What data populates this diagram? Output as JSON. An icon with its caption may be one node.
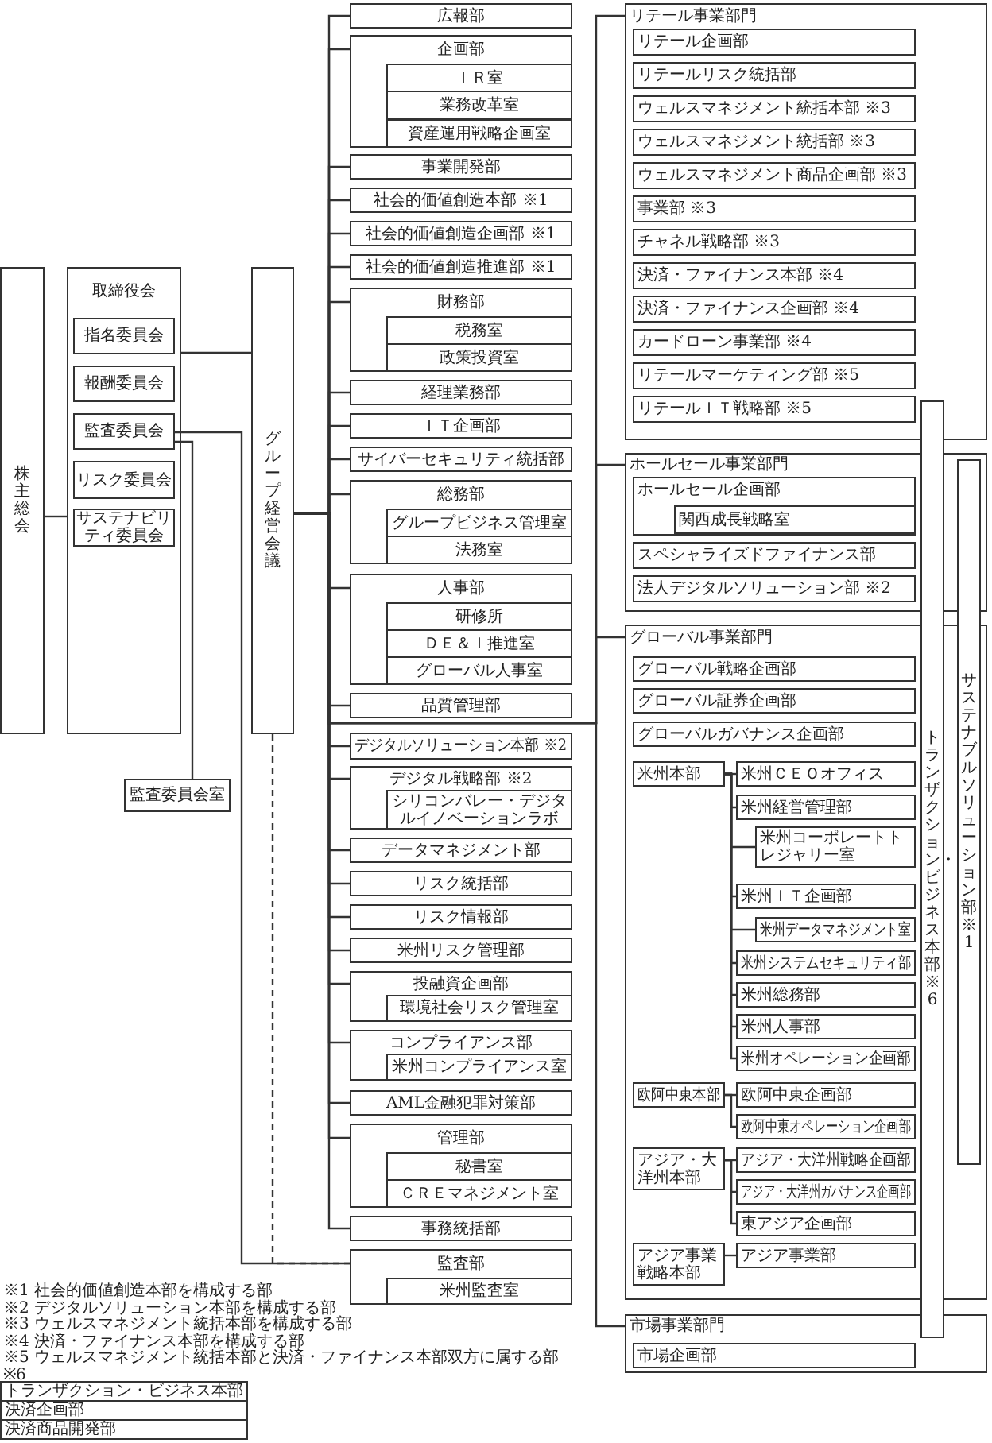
{
  "diagram": {
    "nodes": [
      {
        "text": [
          "株主総会"
        ]
      },
      {
        "text": [
          "取締役会"
        ]
      },
      {
        "text": [
          "指名委員会"
        ],
        "in": 1
      },
      {
        "text": [
          "報酬委員会"
        ],
        "in": 1
      },
      {
        "text": [
          "監査委員会"
        ],
        "in": 1
      },
      {
        "text": [
          "リスク委員会"
        ],
        "in": 1
      },
      {
        "text": [
          "サステナビリティ委員会"
        ],
        "in": 1
      },
      {
        "text": [
          "監査委員会室"
        ]
      },
      {
        "text": [
          "グループ経営会議"
        ]
      },
      {
        "text": [
          "広報部"
        ]
      },
      {
        "text": [
          "企画部"
        ]
      },
      {
        "text": [
          "ＩＲ室"
        ],
        "in": 10
      },
      {
        "text": [
          "業務改革室"
        ],
        "in": 10
      },
      {
        "text": [
          "資産運用戦略企画室"
        ],
        "in": 10
      },
      {
        "text": [
          "事業開発部"
        ]
      },
      {
        "text": [
          "社会的価値創造本部 ※1"
        ]
      },
      {
        "text": [
          "社会的価値創造企画部 ※1"
        ]
      },
      {
        "text": [
          "社会的価値創造推進部 ※1"
        ]
      },
      {
        "text": [
          "財務部"
        ]
      },
      {
        "text": [
          "税務室"
        ],
        "in": 18
      },
      {
        "text": [
          "政策投資室"
        ],
        "in": 18
      },
      {
        "text": [
          "経理業務部"
        ]
      },
      {
        "text": [
          "ＩＴ企画部"
        ]
      },
      {
        "text": [
          "サイバーセキュリティ統括部"
        ]
      },
      {
        "text": [
          "総務部"
        ]
      },
      {
        "text": [
          "グループビジネス管理室"
        ],
        "in": 24
      },
      {
        "text": [
          "法務室"
        ],
        "in": 24
      },
      {
        "text": [
          "人事部"
        ]
      },
      {
        "text": [
          "研修所"
        ],
        "in": 27
      },
      {
        "text": [
          "ＤＥ＆Ｉ推進室"
        ],
        "in": 27
      },
      {
        "text": [
          "グローバル人事室"
        ],
        "in": 27
      },
      {
        "text": [
          "品質管理部"
        ]
      },
      {
        "text": [
          "デジタルソリューション本部 ※2"
        ]
      },
      {
        "text": [
          "デジタル戦略部 ※2"
        ]
      },
      {
        "text": [
          "シリコンバレー・デジタルイノベーションラボ"
        ],
        "in": 33
      },
      {
        "text": [
          "データマネジメント部"
        ]
      },
      {
        "text": [
          "リスク統括部"
        ]
      },
      {
        "text": [
          "リスク情報部"
        ]
      },
      {
        "text": [
          "米州リスク管理部"
        ]
      },
      {
        "text": [
          "投融資企画部"
        ]
      },
      {
        "text": [
          "環境社会リスク管理室"
        ],
        "in": 39
      },
      {
        "text": [
          "コンプライアンス部"
        ]
      },
      {
        "text": [
          "米州コンプライアンス室"
        ],
        "in": 41
      },
      {
        "text": [
          "AML金融犯罪対策部"
        ]
      },
      {
        "text": [
          "管理部"
        ]
      },
      {
        "text": [
          "秘書室"
        ],
        "in": 44
      },
      {
        "text": [
          "ＣＲＥマネジメント室"
        ],
        "in": 44
      },
      {
        "text": [
          "事務統括部"
        ]
      },
      {
        "text": [
          "監査部"
        ]
      },
      {
        "text": [
          "米州監査室"
        ],
        "in": 48
      },
      {
        "text": [
          "リテール事業部門"
        ]
      },
      {
        "text": [
          "リテール企画部"
        ],
        "in": 50
      },
      {
        "text": [
          "リテールリスク統括部"
        ],
        "in": 50
      },
      {
        "text": [
          "ウェルスマネジメント統括本部 ※3"
        ],
        "in": 50
      },
      {
        "text": [
          "ウェルスマネジメント統括部 ※3"
        ],
        "in": 50
      },
      {
        "text": [
          "ウェルスマネジメント商品企画部 ※3"
        ],
        "in": 50
      },
      {
        "text": [
          "事業部 ※3"
        ],
        "in": 50
      },
      {
        "text": [
          "チャネル戦略部 ※3"
        ],
        "in": 50
      },
      {
        "text": [
          "決済・ファイナンス本部 ※4"
        ],
        "in": 50
      },
      {
        "text": [
          "決済・ファイナンス企画部 ※4"
        ],
        "in": 50
      },
      {
        "text": [
          "カードローン事業部 ※4"
        ],
        "in": 50
      },
      {
        "text": [
          "リテールマーケティング部 ※5"
        ],
        "in": 50
      },
      {
        "text": [
          "リテールＩＴ戦略部 ※5"
        ],
        "in": 50
      },
      {
        "text": [
          "ホールセール事業部門"
        ]
      },
      {
        "text": [
          "ホールセール企画部"
        ],
        "in": 63
      },
      {
        "text": [
          "関西成長戦略室"
        ],
        "in": 64
      },
      {
        "text": [
          "スペシャライズドファイナンス部"
        ],
        "in": 63
      },
      {
        "text": [
          "法人デジタルソリューション部 ※2"
        ],
        "in": 63
      },
      {
        "text": [
          "グローバル事業部門"
        ]
      },
      {
        "text": [
          "グローバル戦略企画部"
        ],
        "in": 68
      },
      {
        "text": [
          "グローバル証券企画部"
        ],
        "in": 68
      },
      {
        "text": [
          "グローバルガバナンス企画部"
        ],
        "in": 68
      },
      {
        "text": [
          "米州本部"
        ],
        "in": 68
      },
      {
        "text": [
          "米州ＣＥＯオフィス"
        ],
        "in": 68
      },
      {
        "text": [
          "米州経営管理部"
        ],
        "in": 68
      },
      {
        "text": [
          "米州コーポレートトレジャリー室"
        ],
        "in": 68
      },
      {
        "text": [
          "米州ＩＴ企画部"
        ],
        "in": 68
      },
      {
        "text": [
          "米州データマネジメント室"
        ],
        "in": 68
      },
      {
        "text": [
          "米州システムセキュリティ部"
        ],
        "in": 68
      },
      {
        "text": [
          "米州総務部"
        ],
        "in": 68
      },
      {
        "text": [
          "米州人事部"
        ],
        "in": 68
      },
      {
        "text": [
          "米州オペレーション企画部"
        ],
        "in": 68
      },
      {
        "text": [
          "欧阿中東本部"
        ],
        "in": 68
      },
      {
        "text": [
          "欧阿中東企画部"
        ],
        "in": 68
      },
      {
        "text": [
          "欧阿中東オペレーション企画部"
        ],
        "in": 68
      },
      {
        "text": [
          "アジア・大洋州本部"
        ],
        "in": 68
      },
      {
        "text": [
          "アジア・大洋州戦略企画部"
        ],
        "in": 68
      },
      {
        "text": [
          "アジア・大洋州ガバナンス企画部"
        ],
        "in": 68
      },
      {
        "text": [
          "東アジア企画部"
        ],
        "in": 68
      },
      {
        "text": [
          "アジア事業戦略本部"
        ],
        "in": 68
      },
      {
        "text": [
          "アジア事業部"
        ],
        "in": 68
      },
      {
        "text": [
          "市場事業部門"
        ]
      },
      {
        "text": [
          "市場企画部"
        ],
        "in": 91
      },
      {
        "text": [
          "トランザクション・ビジネス本部 ※6"
        ]
      },
      {
        "text": [
          "サステナブルソリューション部 ※1"
        ]
      }
    ],
    "edges": [
      {
        "from": 0,
        "to": 1,
        "arrow": "none"
      },
      {
        "from": 1,
        "to": 8,
        "arrow": "none"
      },
      {
        "from": 4,
        "to": 7,
        "arrow": "none"
      },
      {
        "from": 4,
        "to": 48,
        "arrow": "none"
      },
      {
        "from": 8,
        "to": 48,
        "arrow": "none",
        "style": "dashed"
      },
      {
        "from": 8,
        "to": 9,
        "arrow": "none"
      },
      {
        "from": 8,
        "to": 10,
        "arrow": "none"
      },
      {
        "from": 8,
        "to": 14,
        "arrow": "none"
      },
      {
        "from": 8,
        "to": 15,
        "arrow": "none"
      },
      {
        "from": 8,
        "to": 16,
        "arrow": "none"
      },
      {
        "from": 8,
        "to": 17,
        "arrow": "none"
      },
      {
        "from": 8,
        "to": 18,
        "arrow": "none"
      },
      {
        "from": 8,
        "to": 21,
        "arrow": "none"
      },
      {
        "from": 8,
        "to": 22,
        "arrow": "none"
      },
      {
        "from": 8,
        "to": 23,
        "arrow": "none"
      },
      {
        "from": 8,
        "to": 24,
        "arrow": "none"
      },
      {
        "from": 8,
        "to": 27,
        "arrow": "none"
      },
      {
        "from": 8,
        "to": 31,
        "arrow": "none"
      },
      {
        "from": 8,
        "to": 32,
        "arrow": "none"
      },
      {
        "from": 8,
        "to": 33,
        "arrow": "none"
      },
      {
        "from": 8,
        "to": 35,
        "arrow": "none"
      },
      {
        "from": 8,
        "to": 36,
        "arrow": "none"
      },
      {
        "from": 8,
        "to": 37,
        "arrow": "none"
      },
      {
        "from": 8,
        "to": 38,
        "arrow": "none"
      },
      {
        "from": 8,
        "to": 39,
        "arrow": "none"
      },
      {
        "from": 8,
        "to": 41,
        "arrow": "none"
      },
      {
        "from": 8,
        "to": 43,
        "arrow": "none"
      },
      {
        "from": 8,
        "to": 44,
        "arrow": "none"
      },
      {
        "from": 8,
        "to": 47,
        "arrow": "none"
      },
      {
        "from": 8,
        "to": 50,
        "arrow": "none"
      },
      {
        "from": 8,
        "to": 63,
        "arrow": "none"
      },
      {
        "from": 8,
        "to": 68,
        "arrow": "none"
      },
      {
        "from": 8,
        "to": 91,
        "arrow": "none"
      },
      {
        "from": 72,
        "to": 73,
        "arrow": "none"
      },
      {
        "from": 72,
        "to": 74,
        "arrow": "none"
      },
      {
        "from": 72,
        "to": 75,
        "arrow": "none"
      },
      {
        "from": 72,
        "to": 76,
        "arrow": "none"
      },
      {
        "from": 72,
        "to": 77,
        "arrow": "none"
      },
      {
        "from": 72,
        "to": 78,
        "arrow": "none"
      },
      {
        "from": 72,
        "to": 79,
        "arrow": "none"
      },
      {
        "from": 72,
        "to": 80,
        "arrow": "none"
      },
      {
        "from": 72,
        "to": 81,
        "arrow": "none"
      },
      {
        "from": 82,
        "to": 83,
        "arrow": "none"
      },
      {
        "from": 82,
        "to": 84,
        "arrow": "none"
      },
      {
        "from": 85,
        "to": 86,
        "arrow": "none"
      },
      {
        "from": 85,
        "to": 87,
        "arrow": "none"
      },
      {
        "from": 85,
        "to": 88,
        "arrow": "none"
      },
      {
        "from": 89,
        "to": 90,
        "arrow": "none"
      }
    ],
    "labels": [
      "※1 社会的価値創造本部を構成する部",
      "※2 デジタルソリューション本部を構成する部",
      "※3 ウェルスマネジメント統括本部を構成する部",
      "※4 決済・ファイナンス本部を構成する部",
      "※5 ウェルスマネジメント統括本部と決済・ファイナンス本部双方に属する部",
      "※6",
      "トランザクション・ビジネス本部",
      "決済企画部",
      "決済商品開発部"
    ]
  }
}
